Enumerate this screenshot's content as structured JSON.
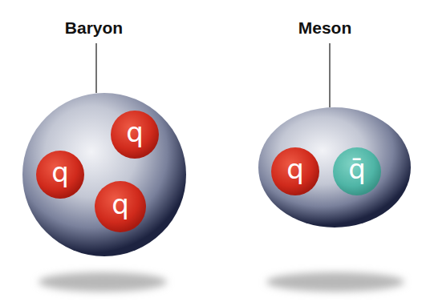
{
  "diagram": {
    "nodes": [
      {
        "text": [
          "Baryon"
        ]
      },
      {
        "text": [
          "q"
        ],
        "in": 0
      },
      {
        "text": [
          "q"
        ],
        "in": 0
      },
      {
        "text": [
          "q"
        ],
        "in": 0
      },
      {
        "text": [
          "Meson"
        ]
      },
      {
        "text": [
          "q"
        ],
        "in": 4
      },
      {
        "text": [
          "q̄"
        ],
        "in": 4
      }
    ]
  }
}
